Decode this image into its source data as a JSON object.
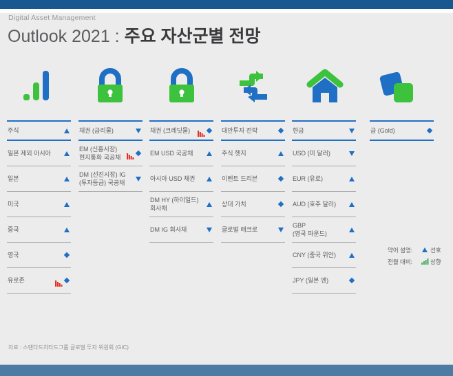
{
  "header": {
    "kicker": "Digital Asset Management",
    "title_plain": "Outlook 2021 : ",
    "title_highlight": "주요 자산군별 전망"
  },
  "colors": {
    "accent_blue": "#1f6fc4",
    "top_bar": "#18578f",
    "bottom_bar": "#4c7ba4",
    "slide_bg": "#ececed",
    "icon_green": "#3cc23c",
    "icon_blue": "#1f6fc4",
    "downgrade_red": "#e03127",
    "upgrade_green": "#4eae6a",
    "text_gray": "#5d5d5f"
  },
  "icons": [
    "bar-chart-icon",
    "padlock-closed-icon",
    "padlock-closed-icon",
    "swap-arrows-icon",
    "home-icon",
    "overlapping-squares-icon"
  ],
  "columns": [
    {
      "header": {
        "label": "주식",
        "marks": [
          "up"
        ]
      },
      "rows": [
        {
          "label": "일본 제외 아시아",
          "marks": [
            "up"
          ]
        },
        {
          "label": "일본",
          "marks": [
            "up"
          ]
        },
        {
          "label": "미국",
          "marks": [
            "up"
          ]
        },
        {
          "label": "중국",
          "marks": [
            "up"
          ]
        },
        {
          "label": "영국",
          "marks": [
            "neutral"
          ]
        },
        {
          "label": "유로존",
          "marks": [
            "downgrade-bars",
            "neutral"
          ]
        }
      ]
    },
    {
      "header": {
        "label": "채권 (금리물)",
        "marks": [
          "down"
        ]
      },
      "rows": [
        {
          "label": "EM (신흥시장)\n현지통화 국공채",
          "marks": [
            "downgrade-bars",
            "neutral"
          ]
        },
        {
          "label": "DM (선진시장) IG\n(투자등급) 국공채",
          "marks": [
            "down"
          ]
        }
      ]
    },
    {
      "header": {
        "label": "채권 (크레딧물)",
        "marks": [
          "downgrade-bars",
          "neutral"
        ]
      },
      "rows": [
        {
          "label": "EM USD 국공채",
          "marks": [
            "up"
          ]
        },
        {
          "label": "아시아 USD 채권",
          "marks": [
            "up"
          ]
        },
        {
          "label": "DM HY (하이일드)\n회사채",
          "marks": [
            "up"
          ]
        },
        {
          "label": "DM IG 회사채",
          "marks": [
            "down"
          ]
        }
      ]
    },
    {
      "header": {
        "label": "대안투자 전략",
        "marks": [
          "neutral"
        ]
      },
      "rows": [
        {
          "label": "주식 헷지",
          "marks": [
            "up"
          ]
        },
        {
          "label": "이벤트 드리븐",
          "marks": [
            "neutral"
          ]
        },
        {
          "label": "상대 가치",
          "marks": [
            "neutral"
          ]
        },
        {
          "label": "글로벌 매크로",
          "marks": [
            "down"
          ]
        }
      ]
    },
    {
      "header": {
        "label": "현금",
        "marks": [
          "down"
        ]
      },
      "rows": [
        {
          "label": "USD (미 달러)",
          "marks": [
            "down"
          ]
        },
        {
          "label": "EUR (유로)",
          "marks": [
            "up"
          ]
        },
        {
          "label": "AUD (호주 달러)",
          "marks": [
            "up"
          ]
        },
        {
          "label": "GBP\n(영국 파운드)",
          "marks": [
            "up"
          ]
        },
        {
          "label": "CNY (중국 위안)",
          "marks": [
            "up"
          ]
        },
        {
          "label": "JPY (일본 엔)",
          "marks": [
            "neutral"
          ]
        }
      ]
    },
    {
      "header": {
        "label": "금 (Gold)",
        "marks": [
          "neutral"
        ]
      },
      "rows": []
    }
  ],
  "legend": {
    "rows": [
      {
        "caption": "약어 설명:",
        "icon": "up-triangle-icon",
        "text": "선호"
      },
      {
        "caption": "전월 대비:",
        "icon": "upgrade-bars-icon",
        "text": "상향"
      }
    ]
  },
  "source": "자료 : 스탠다드차타드그룹 글로벌 투자 위원회 (GIC)"
}
